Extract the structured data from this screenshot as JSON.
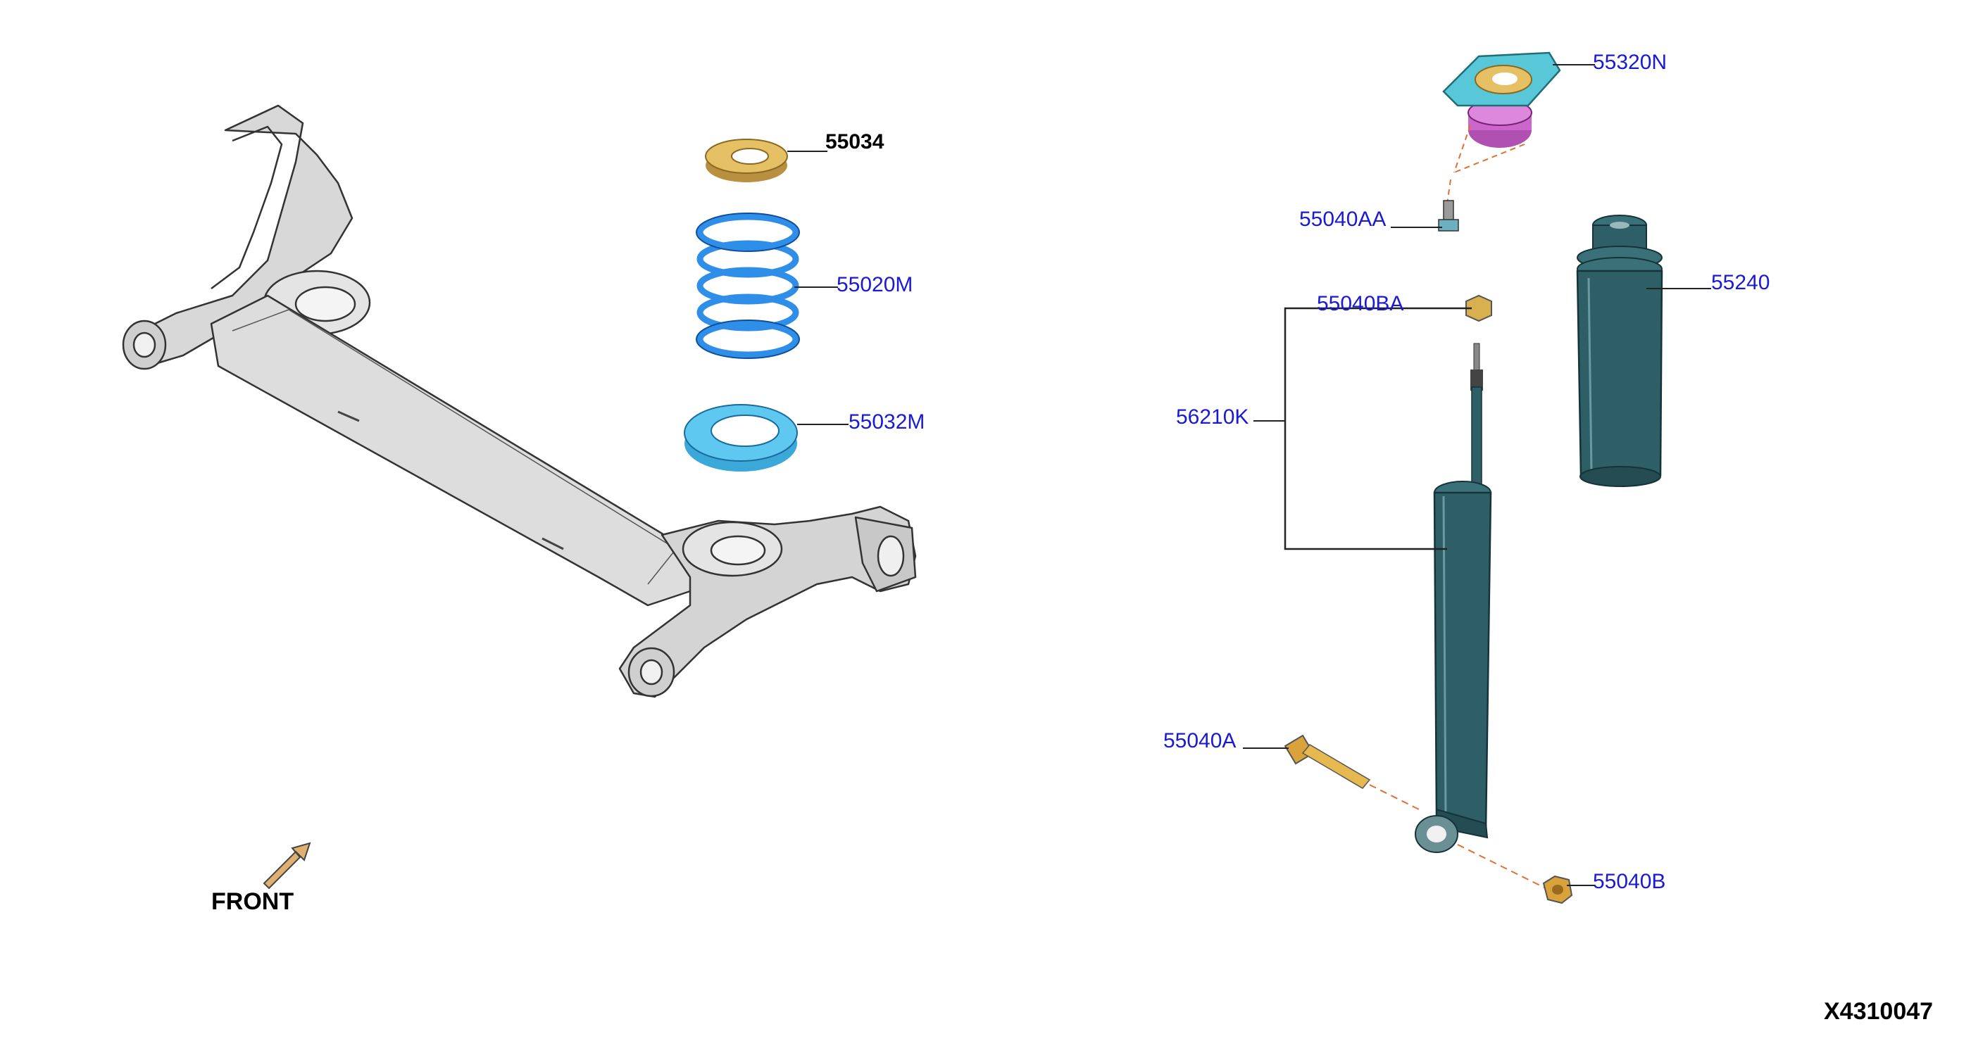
{
  "diagram": {
    "drawing_id": "X4310047",
    "direction_label": "FRONT",
    "colors": {
      "callout_text": "#1a1ad6",
      "beam_fill": "#dcdcdc",
      "spring": "#2f8fe8",
      "spring_seat": "#5ec8f0",
      "insulator": "#e6c064",
      "mount_top": "#58c8d8",
      "mount_bushing": "#cc66cc",
      "shock_body": "#2e5f66",
      "bolt": "#d9a23a",
      "guide_line": "#e07030"
    },
    "parts": [
      {
        "id": "55034",
        "label": "55034"
      },
      {
        "id": "55020M",
        "label": "55020M"
      },
      {
        "id": "55032M",
        "label": "55032M"
      },
      {
        "id": "55320N",
        "label": "55320N"
      },
      {
        "id": "55040AA",
        "label": "55040AA"
      },
      {
        "id": "55040BA",
        "label": "55040BA"
      },
      {
        "id": "55240",
        "label": "55240"
      },
      {
        "id": "56210K",
        "label": "56210K"
      },
      {
        "id": "55040A",
        "label": "55040A"
      },
      {
        "id": "55040B",
        "label": "55040B"
      }
    ]
  }
}
